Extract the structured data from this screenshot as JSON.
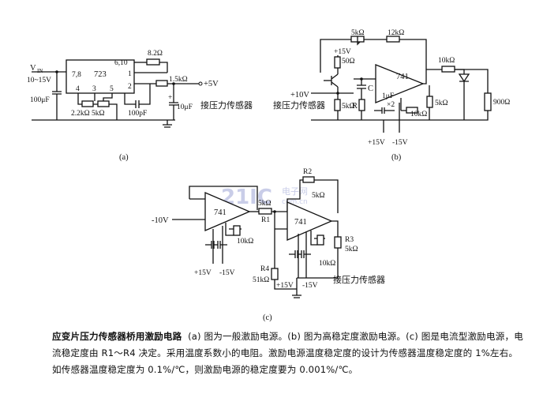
{
  "diagram_a": {
    "chip": "723",
    "pin_6_10": "6,10",
    "pin_7_8": "7,8",
    "pin_1": "1",
    "pin_2": "2",
    "pin_4": "4",
    "pin_3": "3",
    "pin_5": "5",
    "vin": "V",
    "vin_sub": "IN",
    "vin_range": "10~15V",
    "c_in": "100μF",
    "r_top": "8.2Ω",
    "r_out": "1.5kΩ",
    "out_v": "+5V",
    "c_out": "10μF",
    "c_plus": "+",
    "r_bot": "2.2kΩ 5kΩ",
    "c_mid": "100pF",
    "sensor": "接压力传感器",
    "label": "(a)"
  },
  "diagram_b": {
    "r_top1": "5kΩ",
    "r_top2": "12kΩ",
    "plus15": "+15V",
    "r50": "50Ω",
    "in10": "+10V",
    "sensor": "接压力传感器",
    "r5k_left": "5kΩ",
    "c": "C",
    "r": "R",
    "op": "741",
    "r_out": "10kΩ",
    "c_1uf": "1μF",
    "x2": "×2",
    "r10k": "10kΩ",
    "r5k_right": "5kΩ",
    "r900": "900Ω",
    "plus15_bot": "+15V",
    "minus15_bot": "-15V",
    "label": "(b)"
  },
  "diagram_c": {
    "op1": "741",
    "op2": "741",
    "in_v": "-10V",
    "r1_val": "5kΩ",
    "r1": "R1",
    "r2": "R2",
    "r2_val": "5kΩ",
    "r10k_1": "10kΩ",
    "r10k_2": "10kΩ",
    "r3": "R3",
    "r3_val": "5kΩ",
    "plus15": "+15V",
    "minus15": "-15V",
    "r4": "R4",
    "r4_val": "51kΩ",
    "plus15_b": "+15V",
    "minus15_b": "-15V",
    "sensor": "接压力传感器",
    "label": "(c)"
  },
  "watermark": {
    "brand": "21IC",
    "tag1": "电子网",
    "tag2": "com.cn"
  },
  "caption": {
    "title": "应变片压力传感器桥用激励电路",
    "body": "(a) 图为一般激励电源。(b) 图为高稳定度激励电源。(c) 图是电流型激励电源，电流稳定度由 R1～R4 决定。采用温度系数小的电阻。激励电源温度稳定度的设计为传感器温度稳定度的 1%左右。如传感器温度稳定度为 0.1%/℃，则激励电源的稳定度要为 0.001%/℃。"
  }
}
